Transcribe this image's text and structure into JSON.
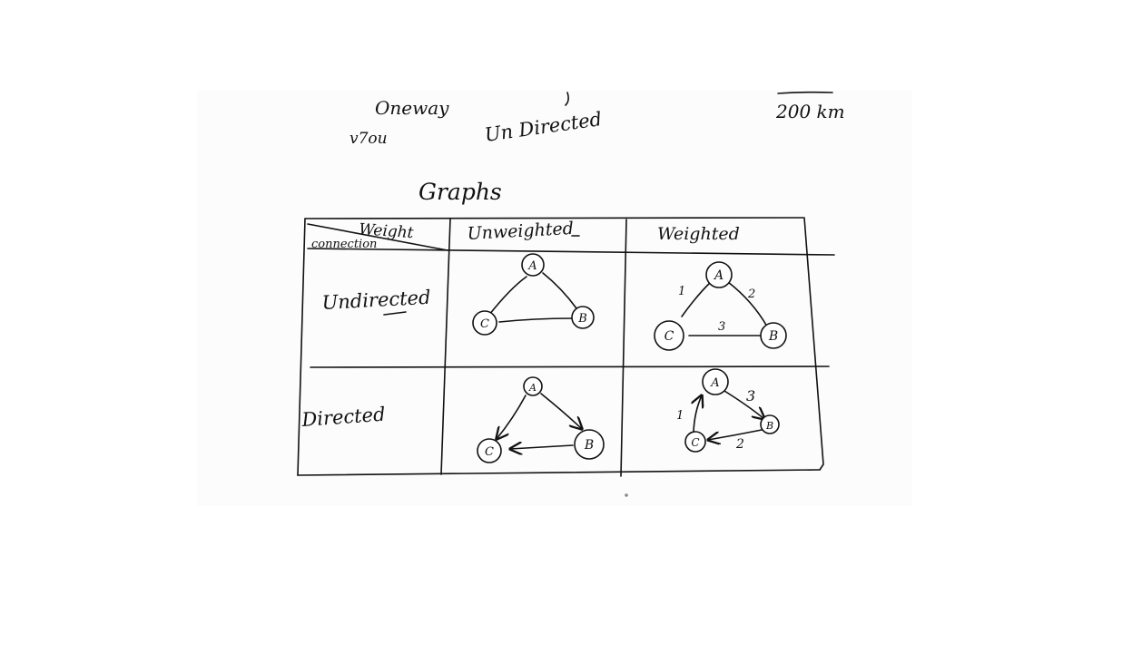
{
  "top_notes": {
    "oneway": "Oneway",
    "two": "v7ou",
    "undirected_note": "Un Directed",
    "distance": "200 km"
  },
  "title": "Graphs",
  "table": {
    "header_weight": "Weight",
    "header_connection": "connection",
    "col_unweighted": "Unweighted",
    "col_weighted": "Weighted",
    "row_undirected": "Undirected",
    "row_directed": "Directed"
  },
  "nodes": {
    "a": "A",
    "b": "B",
    "c": "C"
  },
  "weights": {
    "undirected": {
      "ac": "1",
      "ab": "2",
      "cb": "3"
    },
    "directed": {
      "ca": "1",
      "ab": "3",
      "bc": "2"
    }
  }
}
